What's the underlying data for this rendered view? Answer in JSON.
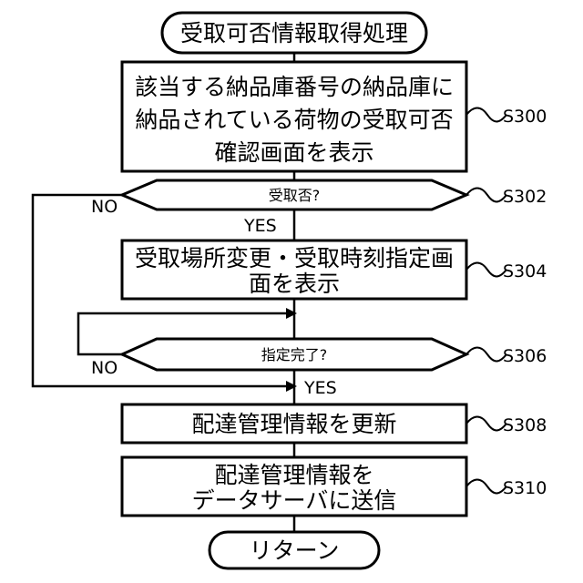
{
  "flowchart": {
    "start": "受取可否情報取得処理",
    "step_s300": [
      "該当する納品庫番号の納品庫に",
      "納品されている荷物の受取可否",
      "確認画面を表示"
    ],
    "decision_s302": "受取否?",
    "step_s304": [
      "受取場所変更・受取時刻指定画",
      "面を表示"
    ],
    "decision_s306": "指定完了?",
    "step_s308": "配達管理情報を更新",
    "step_s310": [
      "配達管理情報を",
      "データサーバに送信"
    ],
    "end": "リターン",
    "branches": {
      "yes": "YES",
      "no": "NO"
    },
    "labels": {
      "s300": "S300",
      "s302": "S302",
      "s304": "S304",
      "s306": "S306",
      "s308": "S308",
      "s310": "S310"
    }
  }
}
